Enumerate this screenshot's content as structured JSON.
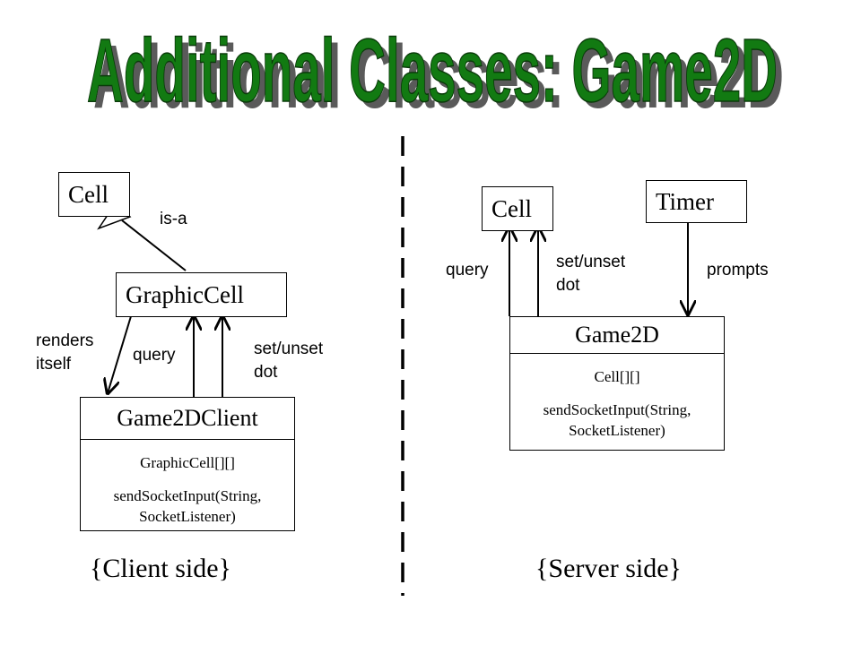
{
  "title": {
    "text": "Additional Classes: Game2D"
  },
  "client": {
    "cell_box": "Cell",
    "is_a_label": "is-a",
    "graphic_cell_box": "GraphicCell",
    "renders_label_1": "renders",
    "renders_label_2": "itself",
    "query_label": "query",
    "setunset_label_1": "set/unset",
    "setunset_label_2": "dot",
    "game_class": {
      "name": "Game2DClient",
      "field": "GraphicCell[][]",
      "method_1": "sendSocketInput(String,",
      "method_2": "SocketListener)"
    },
    "side_label": "{Client side}"
  },
  "server": {
    "cell_box": "Cell",
    "timer_box": "Timer",
    "query_label": "query",
    "setunset_label_1": "set/unset",
    "setunset_label_2": "dot",
    "prompts_label": "prompts",
    "game_class": {
      "name": "Game2D",
      "field": "Cell[][]",
      "method_1": "sendSocketInput(String,",
      "method_2": "SocketListener)"
    },
    "side_label": "{Server side}"
  },
  "colors": {
    "title_green": "#127a12",
    "title_shadow": "#5a5a5a",
    "line": "#000000"
  }
}
